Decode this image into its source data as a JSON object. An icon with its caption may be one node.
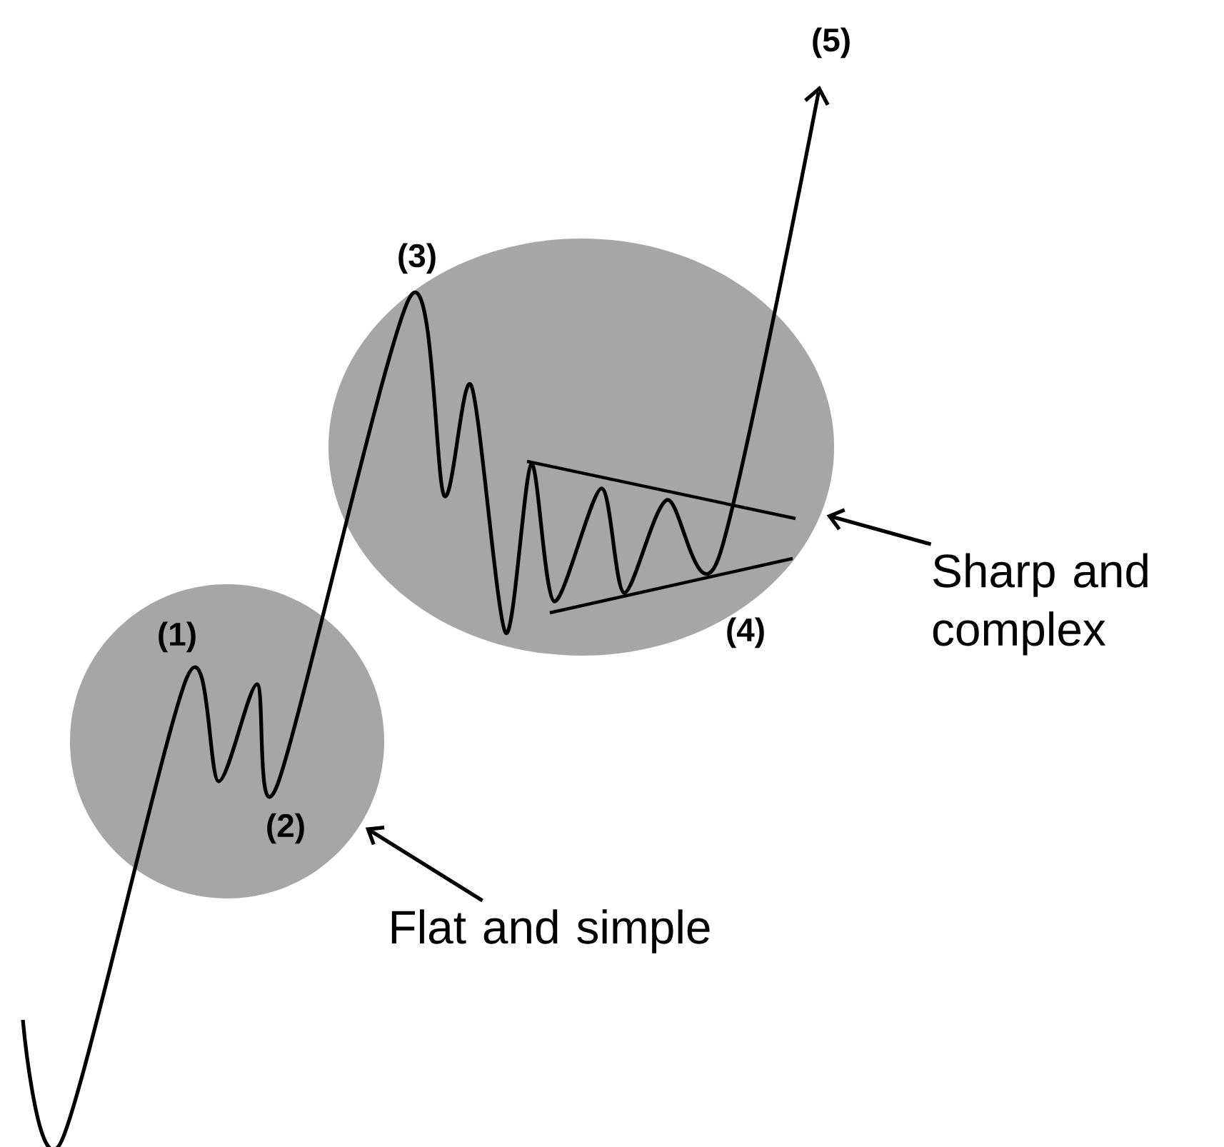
{
  "diagram": {
    "nodes": [
      {
        "text": [],
        "shape": "circle"
      },
      {
        "text": [],
        "shape": "ellipse"
      },
      {
        "text": [
          "Flat and simple"
        ]
      },
      {
        "text": [
          "Sharp and complex"
        ]
      }
    ],
    "edges": [
      {
        "from": 2,
        "to": 0,
        "arrow": "to"
      },
      {
        "from": 3,
        "to": 1,
        "arrow": "to"
      }
    ],
    "labels": [
      "(5)",
      "(3)",
      "(1)",
      "(2)",
      "(4)"
    ]
  }
}
